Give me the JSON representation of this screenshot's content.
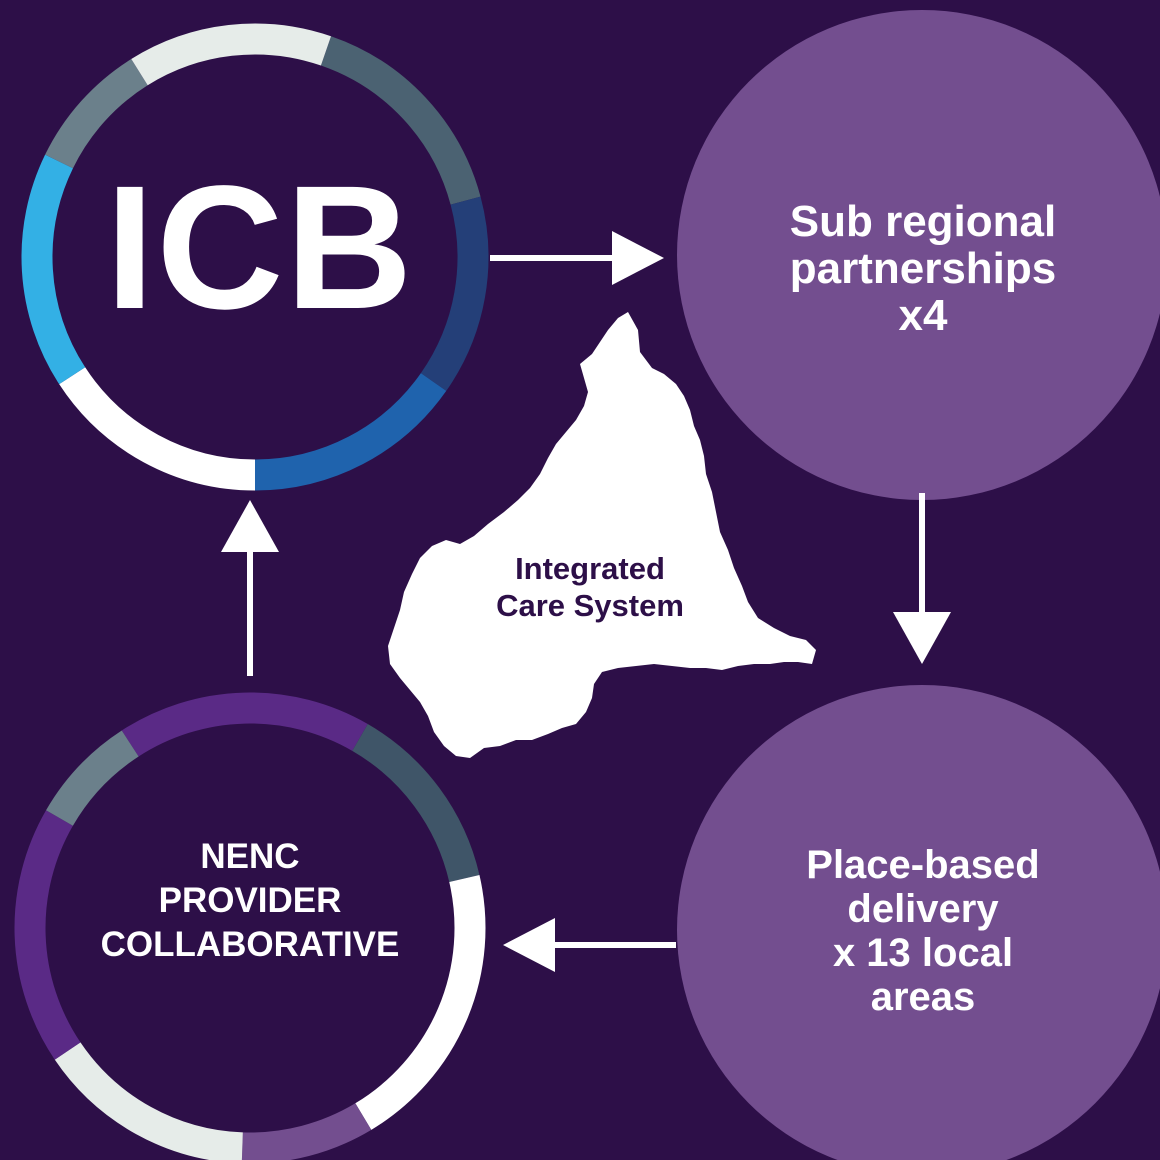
{
  "colors": {
    "background": "#2d0f48",
    "node_fill": "#734e8f",
    "arrow": "#ffffff",
    "map_fill": "#ffffff",
    "map_text": "#2d0f48"
  },
  "nodes": {
    "icb": {
      "lines": [
        "ICB"
      ]
    },
    "sub_regional": {
      "lines": [
        "Sub regional",
        "partnerships",
        "x4"
      ]
    },
    "place_based": {
      "lines": [
        "Place-based",
        "delivery",
        "x 13 local",
        "areas"
      ]
    },
    "provider": {
      "lines": [
        "NENC",
        "PROVIDER",
        "COLLABORATIVE"
      ]
    }
  },
  "center": {
    "lines": [
      "Integrated",
      "Care System"
    ]
  },
  "rings": {
    "icb_segments": [
      "#4b6272",
      "#243f78",
      "#1f63ad",
      "#ffffff",
      "#33b0e5",
      "#6b808b",
      "#e6ece9"
    ],
    "provider_segments": [
      "#5a2a86",
      "#3f5568",
      "#ffffff",
      "#734e8f",
      "#e6ece9",
      "#5a2a86",
      "#6b808b"
    ]
  }
}
